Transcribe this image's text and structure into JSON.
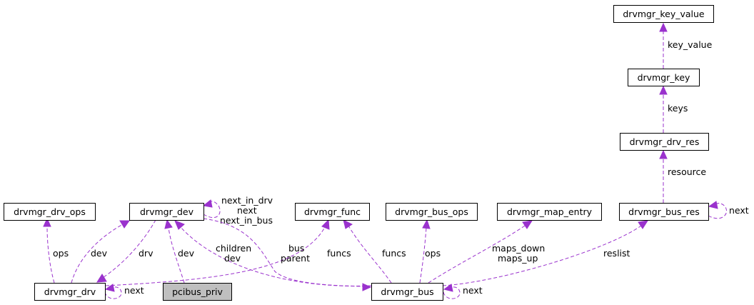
{
  "diagram": {
    "nodes": {
      "drvmgr_key_value": "drvmgr_key_value",
      "drvmgr_key": "drvmgr_key",
      "drvmgr_drv_res": "drvmgr_drv_res",
      "drvmgr_drv_ops": "drvmgr_drv_ops",
      "drvmgr_dev": "drvmgr_dev",
      "drvmgr_func": "drvmgr_func",
      "drvmgr_bus_ops": "drvmgr_bus_ops",
      "drvmgr_map_entry": "drvmgr_map_entry",
      "drvmgr_bus_res": "drvmgr_bus_res",
      "drvmgr_drv": "drvmgr_drv",
      "pcibus_priv": "pcibus_priv",
      "drvmgr_bus": "drvmgr_bus"
    },
    "labels": {
      "key_value": "key_value",
      "keys": "keys",
      "resource": "resource",
      "next_in_drv": "next_in_drv",
      "next": "next",
      "next_in_bus": "next_in_bus",
      "ops": "ops",
      "dev": "dev",
      "drv": "drv",
      "children": "children",
      "bus": "bus",
      "parent": "parent",
      "funcs": "funcs",
      "maps_down": "maps_down",
      "maps_up": "maps_up",
      "reslist": "reslist"
    }
  }
}
